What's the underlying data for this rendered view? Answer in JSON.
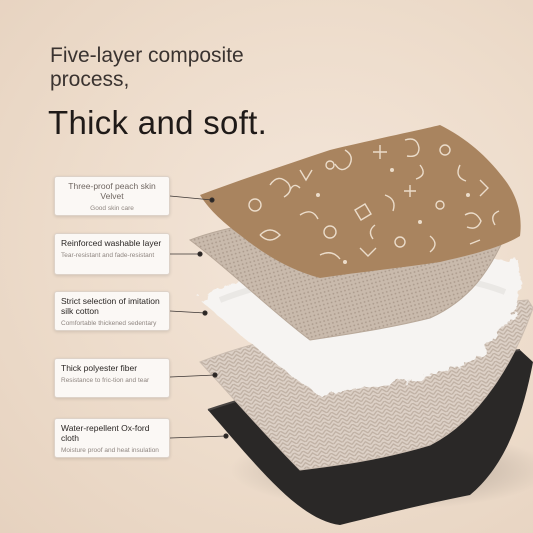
{
  "headline": {
    "line1": "Five-layer composite",
    "line2": "process,",
    "big": "Thick and soft."
  },
  "layers": [
    {
      "title": "Three-proof peach skin Velvet",
      "subtitle": "Good skin care"
    },
    {
      "title": "Reinforced washable layer",
      "subtitle": "Tear-resistant and fade-resistant"
    },
    {
      "title": "Strict selection of imitation silk cotton",
      "subtitle": "Comfortable thickened sedentary"
    },
    {
      "title": "Thick polyester fiber",
      "subtitle": "Resistance to fric-tion and tear"
    },
    {
      "title": "Water-repellent Ox-ford cloth",
      "subtitle": "Moisture proof and heat insulation"
    }
  ],
  "colors": {
    "background": "#eddccb",
    "top_layer": "#a9845f",
    "mesh_layer": "#c8b8aa",
    "cotton_layer": "#f6f4f2",
    "knit_layer": "#ddd1c7",
    "bottom_layer": "#2a2827"
  }
}
